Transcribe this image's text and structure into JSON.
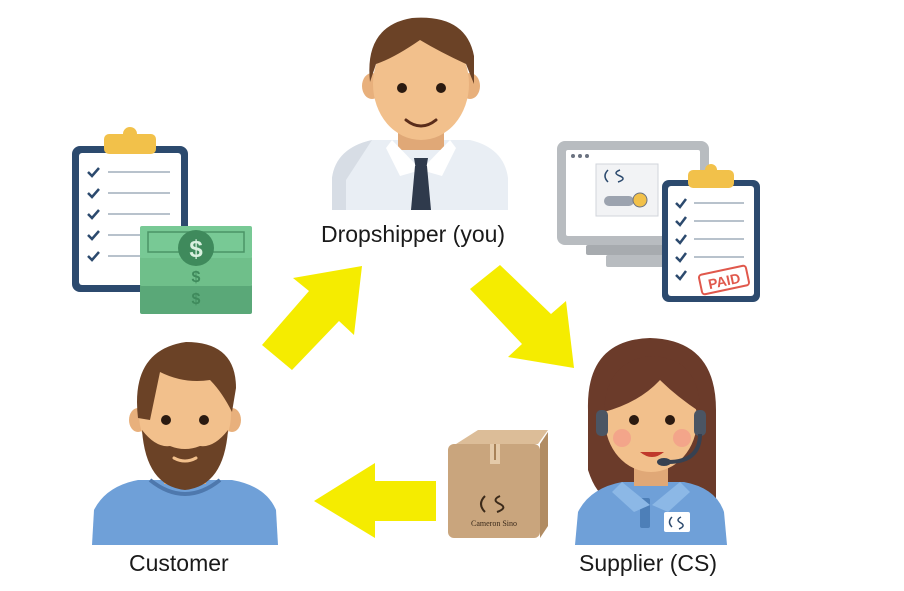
{
  "diagram": {
    "nodes": {
      "dropshipper": {
        "label": "Dropshipper (you)"
      },
      "supplier": {
        "label": "Supplier (CS)"
      },
      "customer": {
        "label": "Customer"
      }
    },
    "props": {
      "order_money": {
        "icons": [
          "checklist-clipboard-icon",
          "cash-stack-icon"
        ]
      },
      "supplier_order": {
        "icons": [
          "monitor-order-icon",
          "paid-clipboard-icon"
        ],
        "stamp_text": "PAID"
      },
      "package": {
        "icons": [
          "cardboard-box-icon"
        ]
      },
      "brand_mark_text": "Cameron Sino"
    },
    "flow": [
      "customer",
      "dropshipper",
      "supplier",
      "customer"
    ],
    "colors": {
      "arrow": "#f5ec00",
      "skin": "#f2c08c",
      "hair_brown": "#6b4226",
      "shirt_white": "#e9eef4",
      "shirt_blue": "#6fa0d8",
      "cash_green": "#6fbf8a",
      "box": "#c9a57d",
      "clipboard_frame": "#2c4a6e",
      "clip_gold": "#f2c14a",
      "monitor_gray": "#b8bcc0",
      "stamp_red": "#e0584c"
    }
  }
}
